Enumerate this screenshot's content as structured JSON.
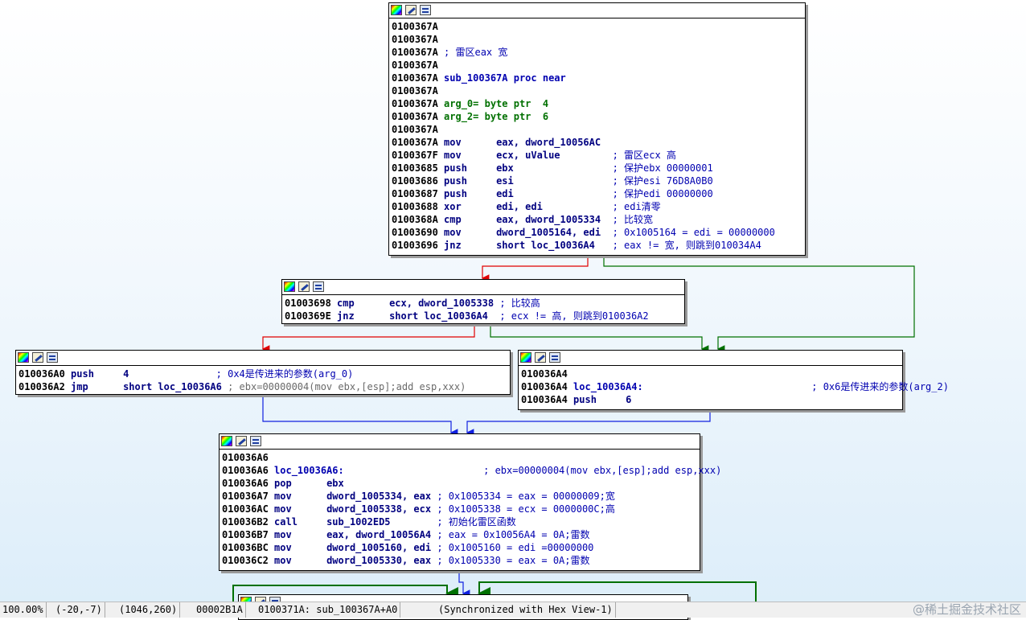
{
  "node1": {
    "lines": [
      {
        "a": "0100367A",
        "m": "",
        "o": "",
        "c": ""
      },
      {
        "a": "0100367A",
        "m": "",
        "o": "",
        "c": ""
      },
      {
        "a": "0100367A",
        "m": "",
        "o": "",
        "c": "; 雷区eax 宽"
      },
      {
        "a": "0100367A",
        "m": "",
        "o": "",
        "c": ""
      },
      {
        "a": "0100367A",
        "m": "sub_100367A proc near",
        "o": "",
        "c": ""
      },
      {
        "a": "0100367A",
        "m": "",
        "o": "",
        "c": ""
      },
      {
        "a": "0100367A",
        "m": "arg_0= byte ptr  4",
        "o": "",
        "c": ""
      },
      {
        "a": "0100367A",
        "m": "arg_2= byte ptr  6",
        "o": "",
        "c": ""
      },
      {
        "a": "0100367A",
        "m": "",
        "o": "",
        "c": ""
      },
      {
        "a": "0100367A",
        "m": "mov",
        "o": "eax, dword_10056AC",
        "c": ""
      },
      {
        "a": "0100367F",
        "m": "mov",
        "o": "ecx, uValue",
        "c": "; 雷区ecx 高"
      },
      {
        "a": "01003685",
        "m": "push",
        "o": "ebx",
        "c": "; 保护ebx 00000001"
      },
      {
        "a": "01003686",
        "m": "push",
        "o": "esi",
        "c": "; 保护esi 76D8A0B0"
      },
      {
        "a": "01003687",
        "m": "push",
        "o": "edi",
        "c": "; 保护edi 00000000"
      },
      {
        "a": "01003688",
        "m": "xor",
        "o": "edi, edi",
        "c": "; edi清零"
      },
      {
        "a": "0100368A",
        "m": "cmp",
        "o": "eax, dword_1005334",
        "c": "; 比较宽"
      },
      {
        "a": "01003690",
        "m": "mov",
        "o": "dword_1005164, edi",
        "c": "; 0x1005164 = edi = 00000000"
      },
      {
        "a": "01003696",
        "m": "jnz",
        "o": "short loc_10036A4",
        "c": "; eax != 宽, 则跳到010034A4"
      }
    ]
  },
  "node2": {
    "lines": [
      {
        "a": "01003698",
        "m": "cmp",
        "o": "ecx, dword_1005338",
        "c": "; 比较高"
      },
      {
        "a": "0100369E",
        "m": "jnz",
        "o": "short loc_10036A4",
        "c": "; ecx != 高, 则跳到010036A2"
      }
    ]
  },
  "node3": {
    "lines": [
      {
        "a": "010036A0",
        "m": "push",
        "o": "4",
        "c": "; 0x4是传进来的参数(arg_0)"
      },
      {
        "a": "010036A2",
        "m": "jmp",
        "o": "short loc_10036A6",
        "c": "; ebx=00000004(mov ebx,[esp];add esp,xxx)"
      }
    ]
  },
  "node4": {
    "lines": [
      {
        "a": "010036A4",
        "m": "",
        "o": "",
        "c": ""
      },
      {
        "a": "010036A4",
        "m": "loc_10036A4:",
        "o": "",
        "c": "; 0x6是传进来的参数(arg_2)"
      },
      {
        "a": "010036A4",
        "m": "push",
        "o": "6",
        "c": ""
      }
    ]
  },
  "node5": {
    "lines": [
      {
        "a": "010036A6",
        "m": "",
        "o": "",
        "c": ""
      },
      {
        "a": "010036A6",
        "m": "loc_10036A6:",
        "o": "",
        "c": "; ebx=00000004(mov ebx,[esp];add esp,xxx)"
      },
      {
        "a": "010036A6",
        "m": "pop",
        "o": "ebx",
        "c": ""
      },
      {
        "a": "010036A7",
        "m": "mov",
        "o": "dword_1005334, eax",
        "c": "; 0x1005334 = eax = 00000009;宽"
      },
      {
        "a": "010036AC",
        "m": "mov",
        "o": "dword_1005338, ecx",
        "c": "; 0x1005338 = ecx = 0000000C;高"
      },
      {
        "a": "010036B2",
        "m": "call",
        "o": "sub_1002ED5",
        "c": "; 初始化雷区函数"
      },
      {
        "a": "010036B7",
        "m": "mov",
        "o": "eax, dword_10056A4",
        "c": "; eax = 0x10056A4 = 0A;雷数"
      },
      {
        "a": "010036BC",
        "m": "mov",
        "o": "dword_1005160, edi",
        "c": "; 0x1005160 = edi =00000000"
      },
      {
        "a": "010036C2",
        "m": "mov",
        "o": "dword_1005330, eax",
        "c": "; 0x1005330 = eax = 0A;雷数"
      }
    ]
  },
  "status": {
    "zoom": "100.00%",
    "pos1": "(-20,-7)",
    "pos2": "(1046,260)",
    "offset": "00002B1A",
    "location": "0100371A: sub_100367A+A0",
    "sync": "(Synchronized with Hex View-1)"
  },
  "watermark": "@稀土掘金技术社区",
  "colors": {
    "edge_true": "#007000",
    "edge_false": "#e00000",
    "edge_uncond": "#1020e0",
    "text_mnemonic": "#000080",
    "text_comment": "#0000b0",
    "text_arg": "#007000"
  }
}
